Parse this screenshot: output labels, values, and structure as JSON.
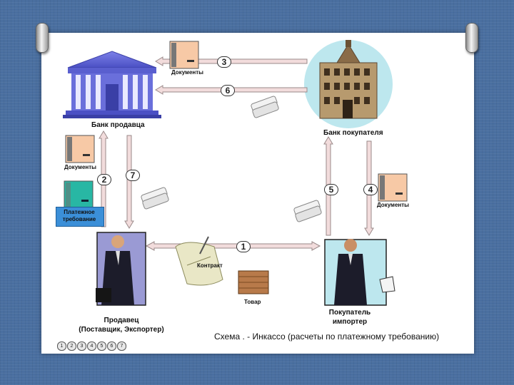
{
  "labels": {
    "seller_bank": "Банк продавца",
    "buyer_bank": "Банк покупателя",
    "seller_title": "Продавец",
    "seller_sub": "(Поставщик, Экспортер)",
    "buyer_title": "Покупатель",
    "buyer_sub": "импортер",
    "documents": "Документы",
    "payment_request": "Платежное требование",
    "contract": "Контракт",
    "goods": "Товар",
    "caption": "Схема . - Инкассо (расчеты по платежному требованию)"
  },
  "steps": [
    "1",
    "2",
    "3",
    "4",
    "5",
    "6",
    "7"
  ],
  "pager": [
    "1",
    "2",
    "3",
    "4",
    "5",
    "6",
    "7"
  ],
  "colors": {
    "seller_bank": "#5a5fcf",
    "buyer_bank_bg": "#bde7ee",
    "arrow_fill": "#f2dcdc",
    "arrow_stroke": "#9a8a8a",
    "person_bg": "#9a9ad4"
  }
}
